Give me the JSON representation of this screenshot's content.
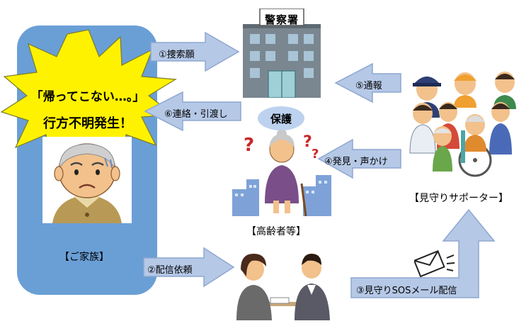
{
  "family": {
    "label": "【ご家族】",
    "shout_line1": "「帰ってこない…。」",
    "shout_line2": "行方不明発生！"
  },
  "police": {
    "sign": "警察署"
  },
  "elderly": {
    "label": "【高齢者等】",
    "badge": "保護"
  },
  "supporters": {
    "label": "【見守りサポーター】"
  },
  "steps": {
    "s1": "①捜索願",
    "s2": "②配信依頼",
    "s3": "③見守りSOSメール配信",
    "s4": "④発見・声かけ",
    "s5": "⑤通報",
    "s6": "⑥連絡・引渡し"
  },
  "colors": {
    "panel": "#6a9fd6",
    "arrow": "#b5c8e6",
    "arrow_border": "#8ea7d0",
    "burst": "#fff200"
  }
}
